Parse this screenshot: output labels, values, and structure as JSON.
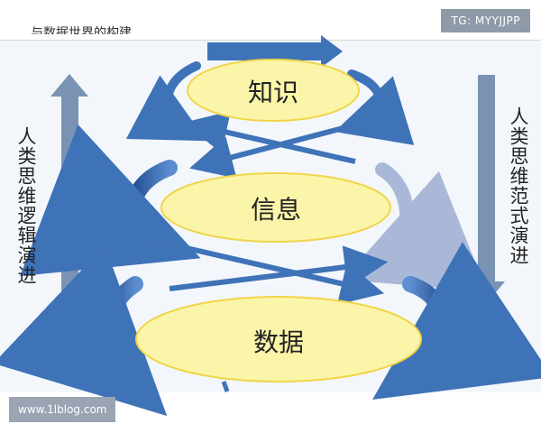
{
  "top_text_cut": "与数据世界的构建",
  "watermarks": {
    "top_right": "TG: MYYJJPP",
    "bottom_left": "www.1lblog.com"
  },
  "nodes": [
    {
      "label": "知识"
    },
    {
      "label": "信息"
    },
    {
      "label": "数据"
    }
  ],
  "side_labels": {
    "left": "人类思维逻辑演进",
    "right": "人类思维范式演进"
  },
  "colors": {
    "ellipse_fill": "#fbf5a9",
    "ellipse_stroke": "#f0d54a",
    "arrow_blue": "#3f73b8",
    "arrow_blue_dark": "#2f5f9f",
    "arrow_light": "#a9b8d7",
    "side_arrow": "#7b93b3"
  }
}
